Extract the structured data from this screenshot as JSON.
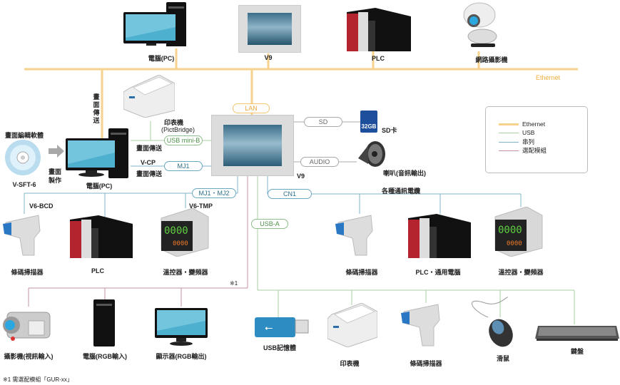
{
  "colors": {
    "ethernet": "#f7d28c",
    "usb": "#a9cfa3",
    "serial": "#7fb4c9",
    "option": "#c590a6"
  },
  "network": {
    "ethernet_label": "Ethernet"
  },
  "top_devices": [
    {
      "icon": "pc-icon",
      "label": "電腦(PC)"
    },
    {
      "icon": "hmi-panel-icon",
      "label": "V9"
    },
    {
      "icon": "plc-icon",
      "label": "PLC"
    },
    {
      "icon": "webcam-icon",
      "label": "網路攝影機"
    }
  ],
  "center": {
    "icon": "hmi-panel-icon",
    "label": "V9",
    "ports": {
      "lan": "LAN",
      "sd": "SD",
      "audio": "AUDIO",
      "usb_mini_b": "USB mini-B",
      "mj1": "MJ1",
      "mj1_mj2": "MJ1・MJ2",
      "cn1": "CN1",
      "usb_a": "USB-A"
    }
  },
  "left_section": {
    "software_title": "畫面編輯軟體",
    "software_label": "V-SFT-6",
    "arrow_label": "畫面製作",
    "pc_label": "電腦(PC)",
    "vertical_transfer": "畫面傳送",
    "usb_transfer": "畫面傳送",
    "vcp_label": "V-CP",
    "mj1_transfer": "畫面傳送",
    "printer_label": "印表機",
    "printer_sub": "(PictBridge)"
  },
  "right_peripherals": {
    "sd_card": {
      "label": "SD卡",
      "capacity": "32GB"
    },
    "speaker": {
      "label": "喇叭(音訊輸出)"
    }
  },
  "mj_devices": [
    {
      "icon": "barcode-scanner-icon",
      "label": "條碼掃描器",
      "tag": "V6-BCD"
    },
    {
      "icon": "plc-icon",
      "label": "PLC",
      "tag": ""
    },
    {
      "icon": "temperature-controller-icon",
      "label": "溫控器・變頻器",
      "tag": "V6-TMP"
    }
  ],
  "cn1_section": {
    "cable_label": "各種通訊電纜",
    "devices": [
      {
        "icon": "barcode-scanner-icon",
        "label": "條碼掃描器"
      },
      {
        "icon": "plc-icon",
        "label": "PLC・通用電腦"
      },
      {
        "icon": "temperature-controller-icon",
        "label": "溫控器・變頻器"
      }
    ]
  },
  "option_section": {
    "note_mark": "※1",
    "devices": [
      {
        "icon": "camcorder-icon",
        "label": "攝影機(視訊輸入)"
      },
      {
        "icon": "pc-tower-icon",
        "label": "電腦(RGB輸入)"
      },
      {
        "icon": "monitor-icon",
        "label": "顯示器(RGB輸出)"
      }
    ]
  },
  "usb_section": {
    "devices": [
      {
        "icon": "usb-drive-icon",
        "label": "USB記憶體"
      },
      {
        "icon": "printer-icon",
        "label": "印表機"
      },
      {
        "icon": "barcode-scanner-icon",
        "label": "條碼掃描器"
      },
      {
        "icon": "mouse-icon",
        "label": "滑鼠"
      },
      {
        "icon": "keyboard-icon",
        "label": "鍵盤"
      }
    ]
  },
  "legend": {
    "items": [
      {
        "label": "Ethernet",
        "color": "#f7d28c"
      },
      {
        "label": "USB",
        "color": "#a9cfa3"
      },
      {
        "label": "串列",
        "color": "#7fb4c9"
      },
      {
        "label": "選配模組",
        "color": "#c590a6"
      }
    ]
  },
  "footnote": "※1 需選配模組「GUR-xx」"
}
